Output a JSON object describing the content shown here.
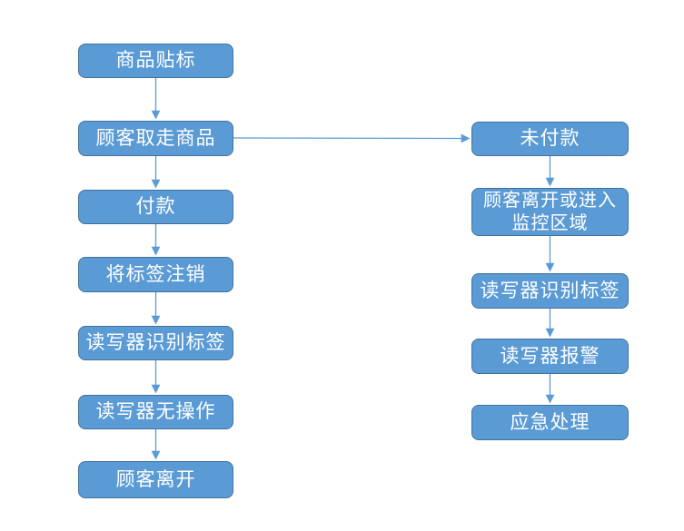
{
  "colors": {
    "node_fill": "#5B9BD5",
    "node_border": "#41719C",
    "node_text": "#FFFFFF",
    "arrow": "#5B9BD5",
    "background": "#FFFFFF"
  },
  "flowchart": {
    "type": "flowchart",
    "left_column": [
      {
        "label": "商品贴标"
      },
      {
        "label": "顾客取走商品"
      },
      {
        "label": "付款"
      },
      {
        "label": "将标签注销"
      },
      {
        "label": "读写器识别标签"
      },
      {
        "label": "读写器无操作"
      },
      {
        "label": "顾客离开"
      }
    ],
    "right_column": [
      {
        "label": "未付款"
      },
      {
        "label": "顾客离开或进入监控区域",
        "lines": [
          "顾客离开或进入",
          "监控区域"
        ]
      },
      {
        "label": "读写器识别标签"
      },
      {
        "label": "读写器报警"
      },
      {
        "label": "应急处理"
      }
    ],
    "edges": [
      {
        "from": "商品贴标",
        "to": "顾客取走商品"
      },
      {
        "from": "顾客取走商品",
        "to": "付款"
      },
      {
        "from": "付款",
        "to": "将标签注销"
      },
      {
        "from": "将标签注销",
        "to": "读写器识别标签"
      },
      {
        "from": "读写器识别标签",
        "to": "读写器无操作"
      },
      {
        "from": "读写器无操作",
        "to": "顾客离开"
      },
      {
        "from": "顾客取走商品",
        "to": "未付款"
      },
      {
        "from": "未付款",
        "to": "顾客离开或进入监控区域"
      },
      {
        "from": "顾客离开或进入监控区域",
        "to": "读写器识别标签"
      },
      {
        "from": "读写器识别标签",
        "to": "读写器报警"
      },
      {
        "from": "读写器报警",
        "to": "应急处理"
      }
    ]
  }
}
